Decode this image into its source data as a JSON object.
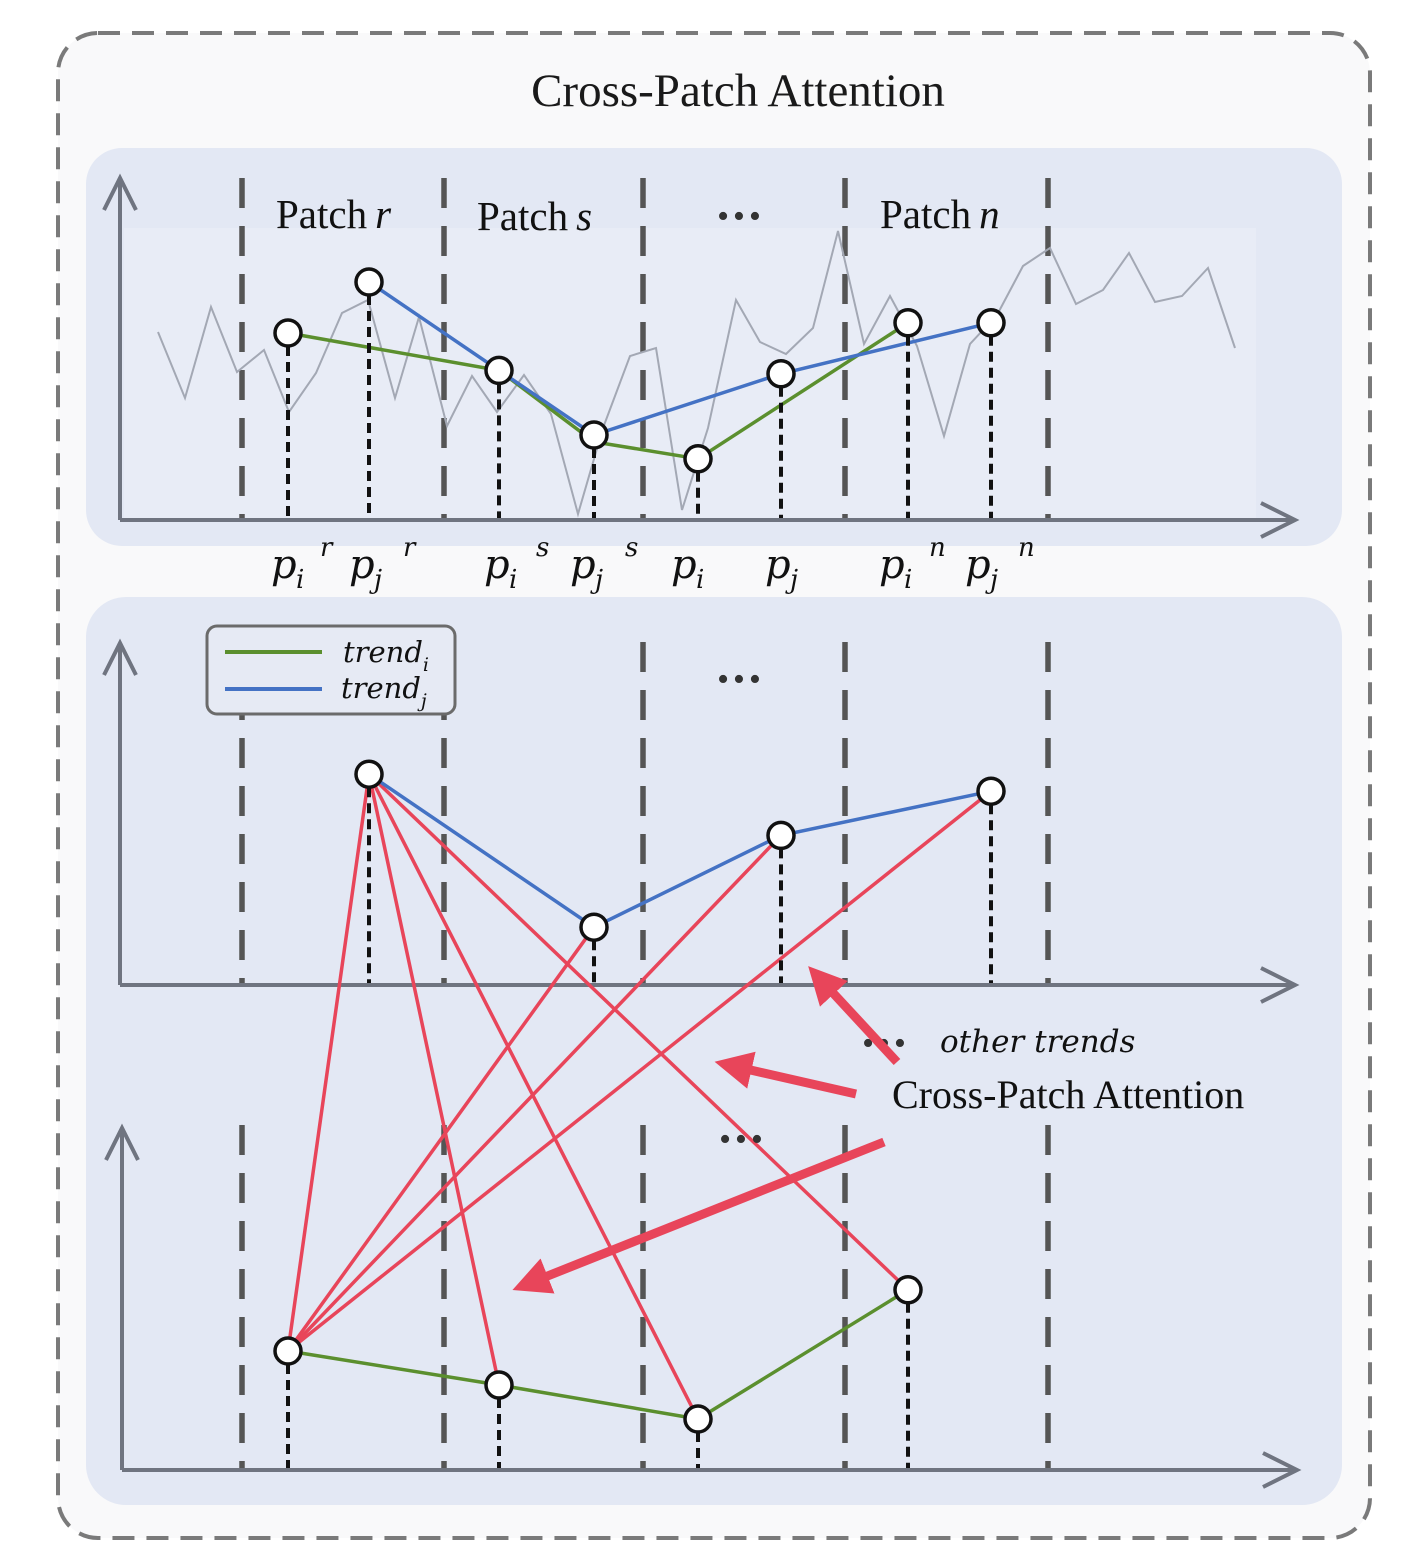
{
  "title": "Cross-Patch Attention",
  "patch_labels": [
    {
      "word": "Patch",
      "var": "r"
    },
    {
      "word": "Patch",
      "var": "s"
    },
    {
      "word": "Patch",
      "var": "n"
    }
  ],
  "ellipsis": "•••",
  "axis_labels": [
    {
      "base": "p",
      "sub": "i",
      "sup": "r"
    },
    {
      "base": "p",
      "sub": "j",
      "sup": "r"
    },
    {
      "base": "p",
      "sub": "i",
      "sup": "s"
    },
    {
      "base": "p",
      "sub": "j",
      "sup": "s"
    },
    {
      "base": "p",
      "sub": "i",
      "sup": ""
    },
    {
      "base": "p",
      "sub": "j",
      "sup": ""
    },
    {
      "base": "p",
      "sub": "i",
      "sup": "n"
    },
    {
      "base": "p",
      "sub": "j",
      "sup": "n"
    }
  ],
  "legend": {
    "entries": [
      {
        "base": "trend",
        "sub": "i",
        "color": "#5b8f2e"
      },
      {
        "base": "trend",
        "sub": "j",
        "color": "#4472c4"
      }
    ]
  },
  "annotations": {
    "other_trends": "other trends",
    "cross_patch_attention": "Cross-Patch Attention"
  },
  "colors": {
    "trend_i": "#5b8f2e",
    "trend_j": "#4472c4",
    "attention": "#e8455a",
    "panel_fill": "#e3e8f4",
    "background_series": "#a3a8b4",
    "axis": "#6f7480",
    "divider": "#555555"
  },
  "series": {
    "trend_i": [
      0.55,
      0.44,
      0.23,
      0.18,
      0.58
    ],
    "trend_j": [
      0.7,
      0.25,
      0.43,
      0.58
    ]
  }
}
